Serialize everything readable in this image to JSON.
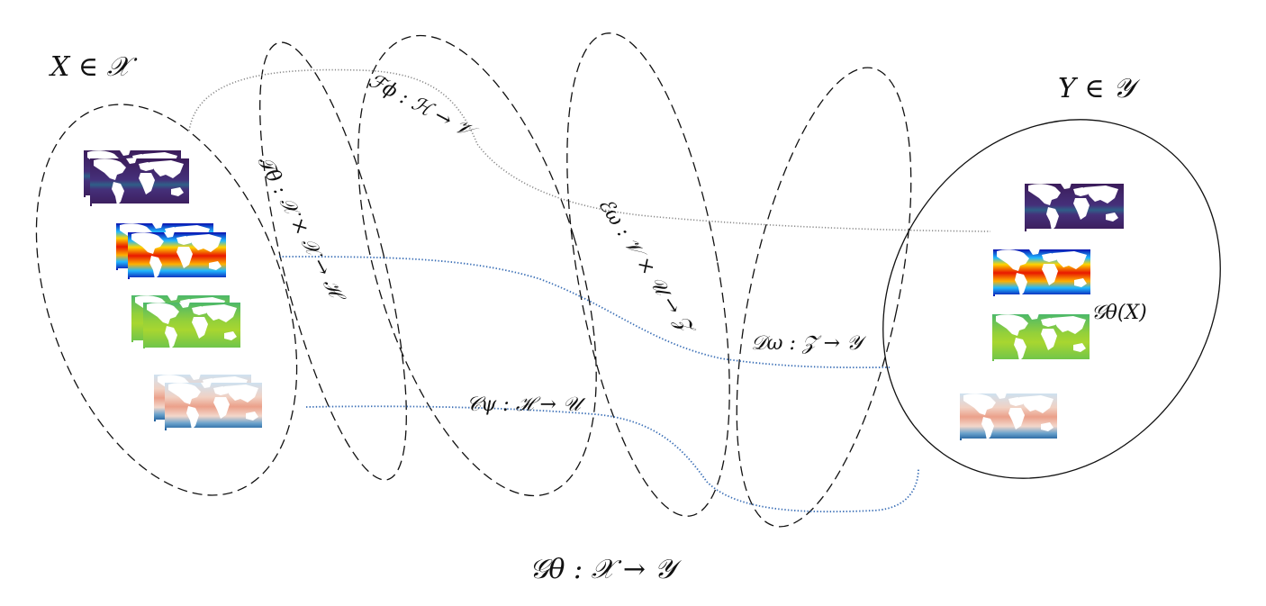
{
  "diagram": {
    "input_set_label": "X ∈ 𝒳",
    "output_set_label": "Y ∈ 𝒴",
    "prediction_label": "𝒢θ(X)",
    "overall_map_label": "𝒢θ : 𝒳 → 𝒴",
    "operators": {
      "T": "𝒯θ : 𝒳 × 𝒳 → ℋ",
      "F": "ℱϕ : ℋ → 𝒱",
      "E": "ℰω : 𝒱 × 𝒰 → 𝒵",
      "C": "𝒞ψ : ℋ → 𝒰",
      "D": "𝒟ω : 𝒵 → 𝒴"
    },
    "input_maps": [
      {
        "name": "viridis-field",
        "colors": [
          "#3b1c5a",
          "#45307a",
          "#2e6e8e"
        ]
      },
      {
        "name": "jet-temperature-field",
        "colors": [
          "#1010c0",
          "#20c0ff",
          "#ffd000",
          "#ff3000",
          "#e01000"
        ]
      },
      {
        "name": "green-salinity-field",
        "colors": [
          "#5bc060",
          "#8ccf3a",
          "#b4d92a"
        ]
      },
      {
        "name": "red-blue-anomaly-field",
        "colors": [
          "#cfe0ef",
          "#f1c1aa",
          "#e8907a",
          "#2066a8"
        ]
      }
    ],
    "output_maps": [
      {
        "name": "viridis-field"
      },
      {
        "name": "jet-temperature-field"
      },
      {
        "name": "green-salinity-field"
      },
      {
        "name": "red-blue-anomaly-field"
      }
    ],
    "colors": {
      "dashed_outline": "#111111",
      "grey_connector": "#8a8a8a",
      "blue_connector": "#3b6fb6"
    }
  }
}
